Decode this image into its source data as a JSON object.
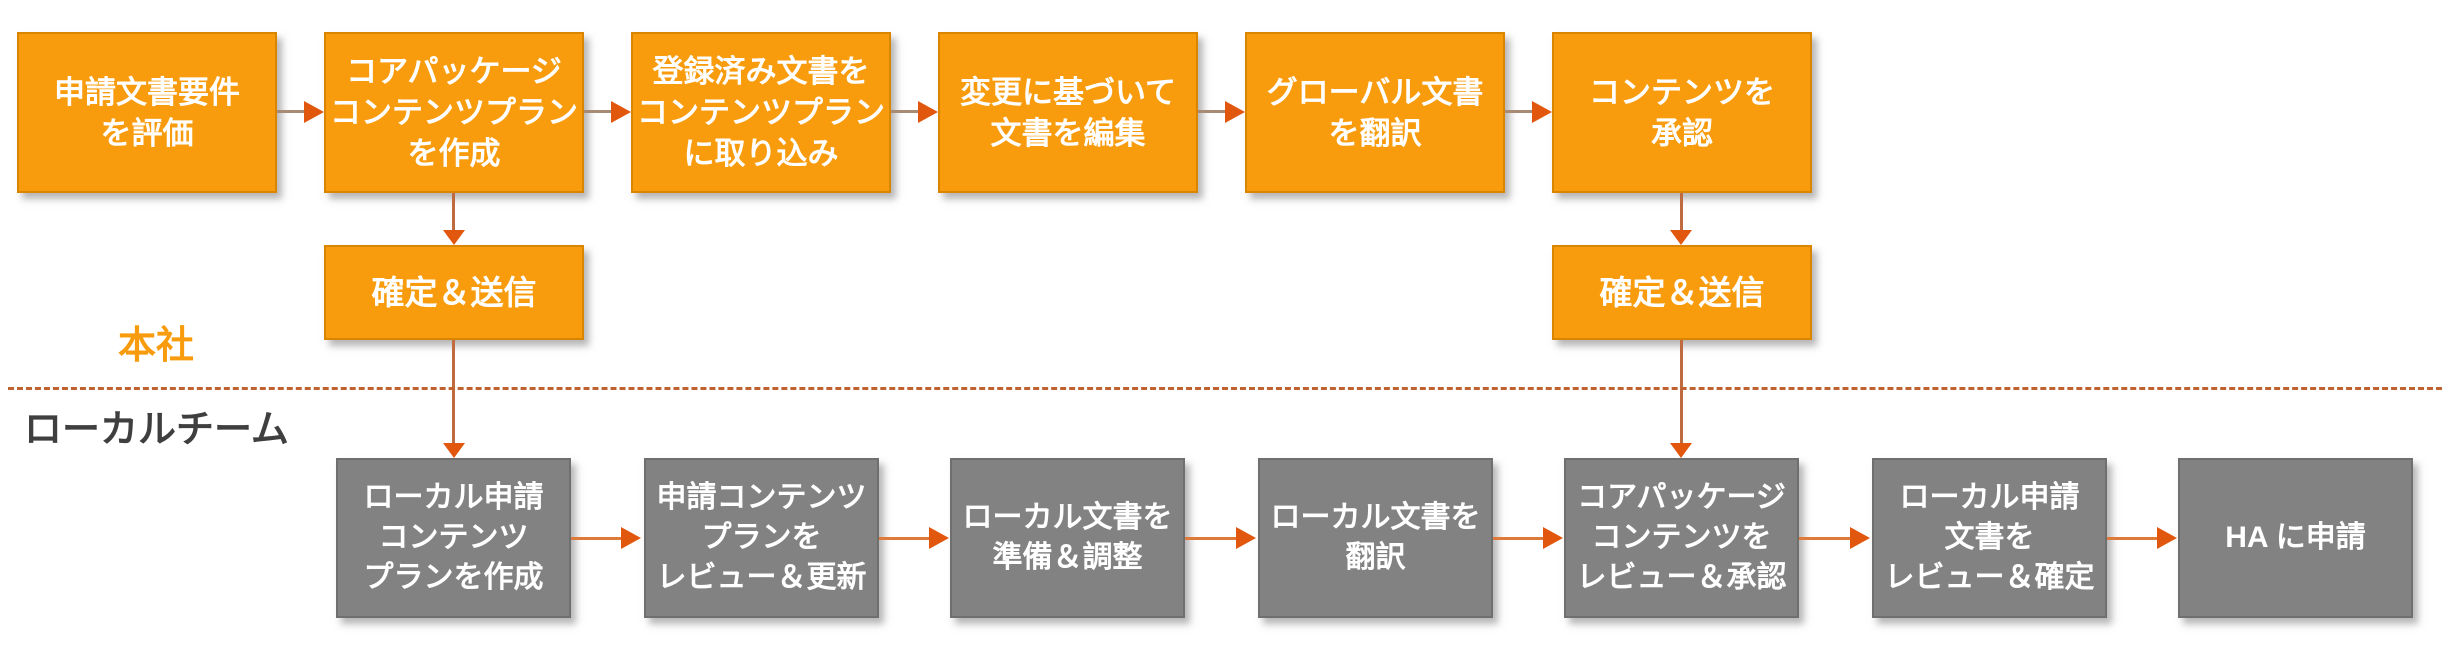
{
  "diagram": {
    "type": "swimlane-flowchart",
    "lanes": {
      "hq_label": "本社",
      "local_label": "ローカルチーム"
    },
    "hq_steps": [
      "申請文書要件\nを評価",
      "コアパッケージ\nコンテンツプラン\nを作成",
      "登録済み文書を\nコンテンツプラン\nに取り込み",
      "変更に基づいて\n文書を編集",
      "グローバル文書\nを翻訳",
      "コンテンツを\n承認"
    ],
    "hq_submit_steps": [
      "確定＆送信",
      "確定＆送信"
    ],
    "local_steps": [
      "ローカル申請\nコンテンツ\nプランを作成",
      "申請コンテンツ\nプランを\nレビュー＆更新",
      "ローカル文書を\n準備＆調整",
      "ローカル文書を\n翻訳",
      "コアパッケージ\nコンテンツを\nレビュー＆承認",
      "ローカル申請\n文書を\nレビュー＆確定",
      "HA に申請"
    ],
    "colors": {
      "hq_box_fill": "#F89C0E",
      "hq_box_border": "#D98500",
      "local_box_fill": "#828282",
      "local_box_border": "#6F6F6F",
      "box_text": "#FFFFFF",
      "hq_label": "#F89C0E",
      "local_label": "#3F3F3F",
      "divider": "#C0622F",
      "arrow_line_top": "#A88B72",
      "arrow_line_bottom": "#DD7A3A",
      "arrow_line_vertical": "#C06A40",
      "arrow_head": "#E2570E"
    }
  }
}
